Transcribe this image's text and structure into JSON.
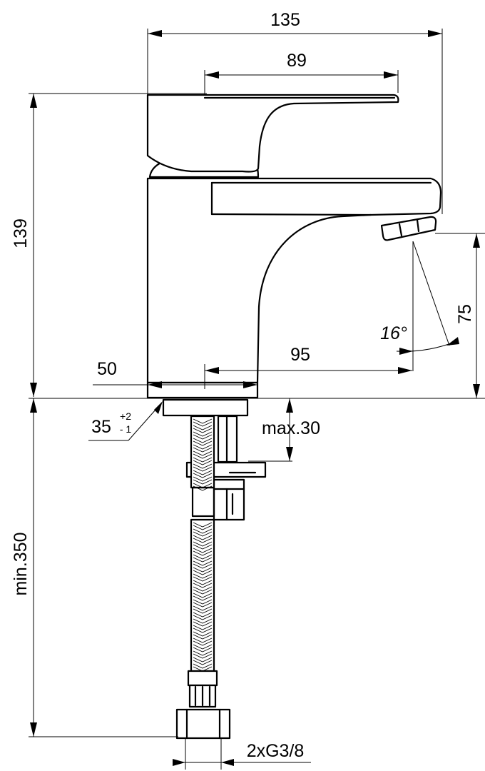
{
  "drawing": {
    "subject": "basin mixer tap dimension drawing",
    "colors": {
      "line": "#000000",
      "background": "#ffffff"
    },
    "dimensions": {
      "overall_width": "135",
      "lever_width": "89",
      "overall_height": "139",
      "spout_clearance": "75",
      "spout_angle": "16°",
      "spout_reach": "95",
      "base_diameter": "50",
      "mounting_hole_nominal": "35",
      "mounting_hole_tol_plus": "+2",
      "mounting_hole_tol_minus": "- 1",
      "deck_thickness": "max.30",
      "hose_length": "min.350",
      "hose_connection": "2xG3/8"
    }
  }
}
